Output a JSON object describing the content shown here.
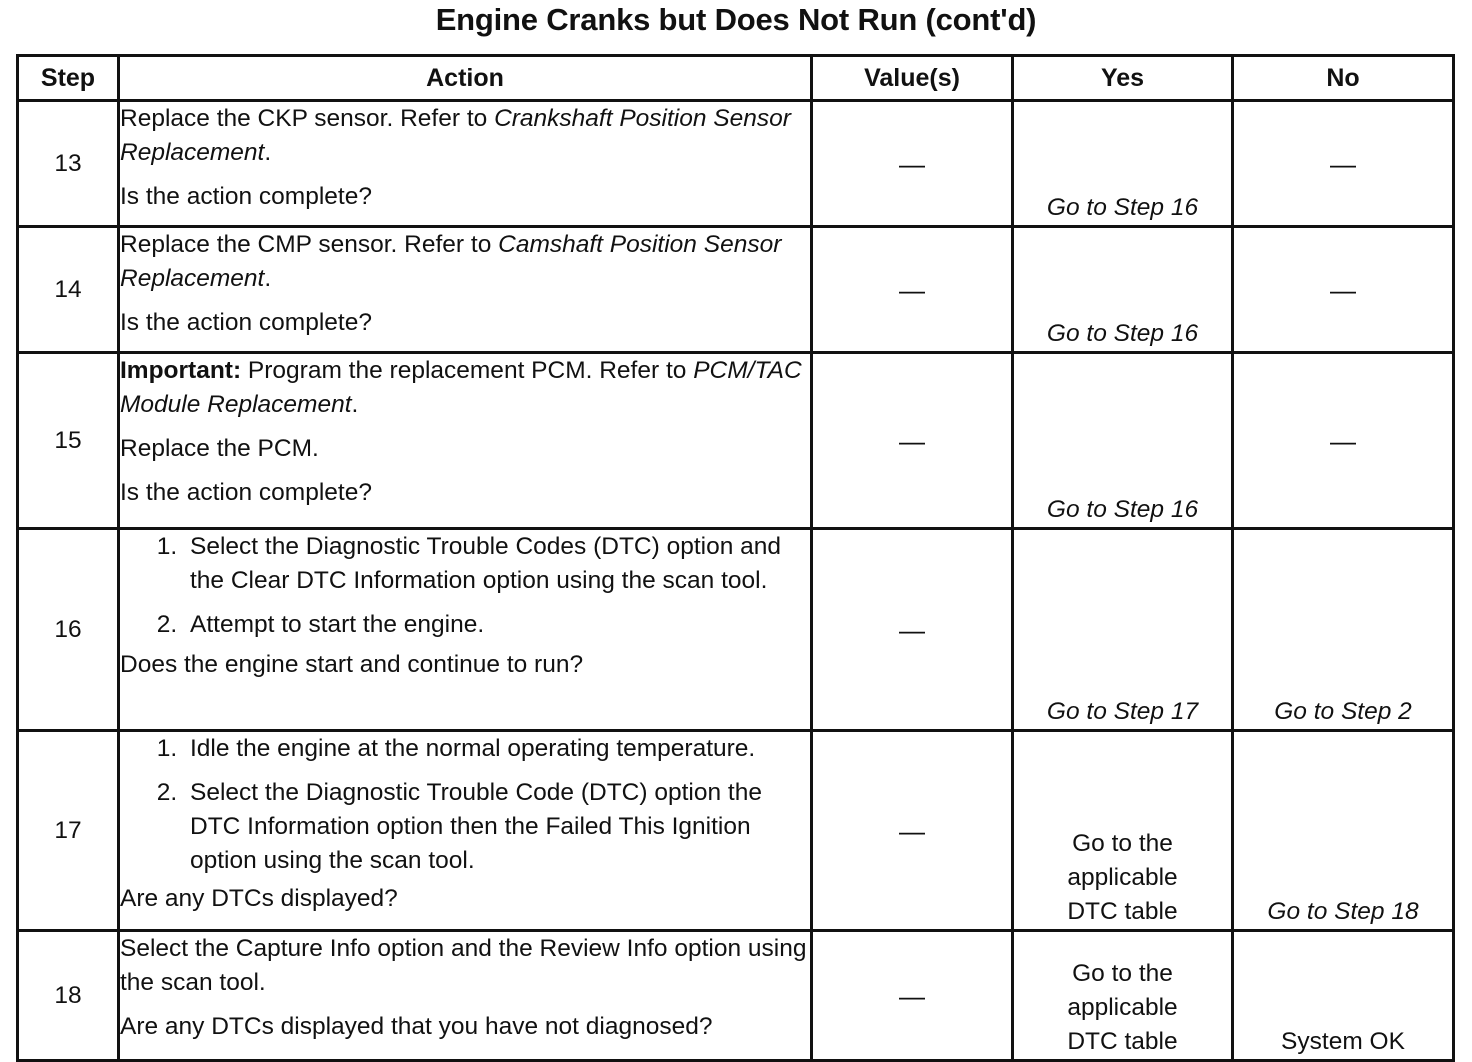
{
  "title": "Engine Cranks but Does Not Run (cont'd)",
  "headers": {
    "step": "Step",
    "action": "Action",
    "values": "Value(s)",
    "yes": "Yes",
    "no": "No"
  },
  "rows": [
    {
      "step": "13",
      "action_text": "Replace the CKP sensor. Refer to ",
      "action_ref": "Crankshaft Position Sensor Replacement",
      "action_end": ".",
      "question": "Is the action complete?",
      "value": "—",
      "yes": "Go to Step 16",
      "no": "—"
    },
    {
      "step": "14",
      "action_text": "Replace the CMP sensor. Refer to ",
      "action_ref": "Camshaft Position Sensor Replacement",
      "action_end": ".",
      "question": "Is the action complete?",
      "value": "—",
      "yes": "Go to Step 16",
      "no": "—"
    },
    {
      "step": "15",
      "important_label": "Important:",
      "action_text": " Program the replacement PCM. Refer to ",
      "action_ref": "PCM/TAC Module Replacement",
      "action_end": ".",
      "action_2": "Replace the PCM.",
      "question": "Is the action complete?",
      "value": "—",
      "yes": "Go to Step 16",
      "no": "—"
    },
    {
      "step": "16",
      "items": [
        "Select the Diagnostic Trouble Codes (DTC) option and the Clear DTC Information option using the scan tool.",
        "Attempt to start the engine."
      ],
      "question": "Does the engine start and continue to run?",
      "value": "—",
      "yes": "Go to Step 17",
      "no": "Go to Step 2"
    },
    {
      "step": "17",
      "items": [
        "Idle the engine at the normal operating temperature.",
        "Select the Diagnostic Trouble Code (DTC) option the DTC Information option then the Failed This Ignition option using the scan tool."
      ],
      "question": "Are any DTCs displayed?",
      "value": "—",
      "yes": "Go to the applicable DTC table",
      "no": "Go to Step 18"
    },
    {
      "step": "18",
      "action_text": "Select the Capture Info option and the Review Info option using the scan tool.",
      "question": "Are any DTCs displayed that you have not diagnosed?",
      "value": "—",
      "yes": "Go to the applicable DTC table",
      "no": "System OK"
    }
  ]
}
